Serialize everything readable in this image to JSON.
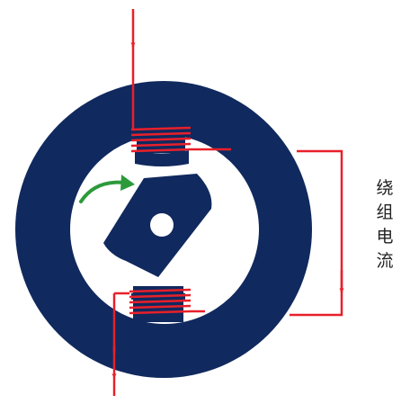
{
  "diagram": {
    "label_chars": [
      "绕",
      "组",
      "电",
      "流"
    ],
    "colors": {
      "stator": "#10295e",
      "wire": "#e8202a",
      "arrow": "#2c9a3a",
      "background": "#ffffff",
      "text": "#222222"
    }
  }
}
